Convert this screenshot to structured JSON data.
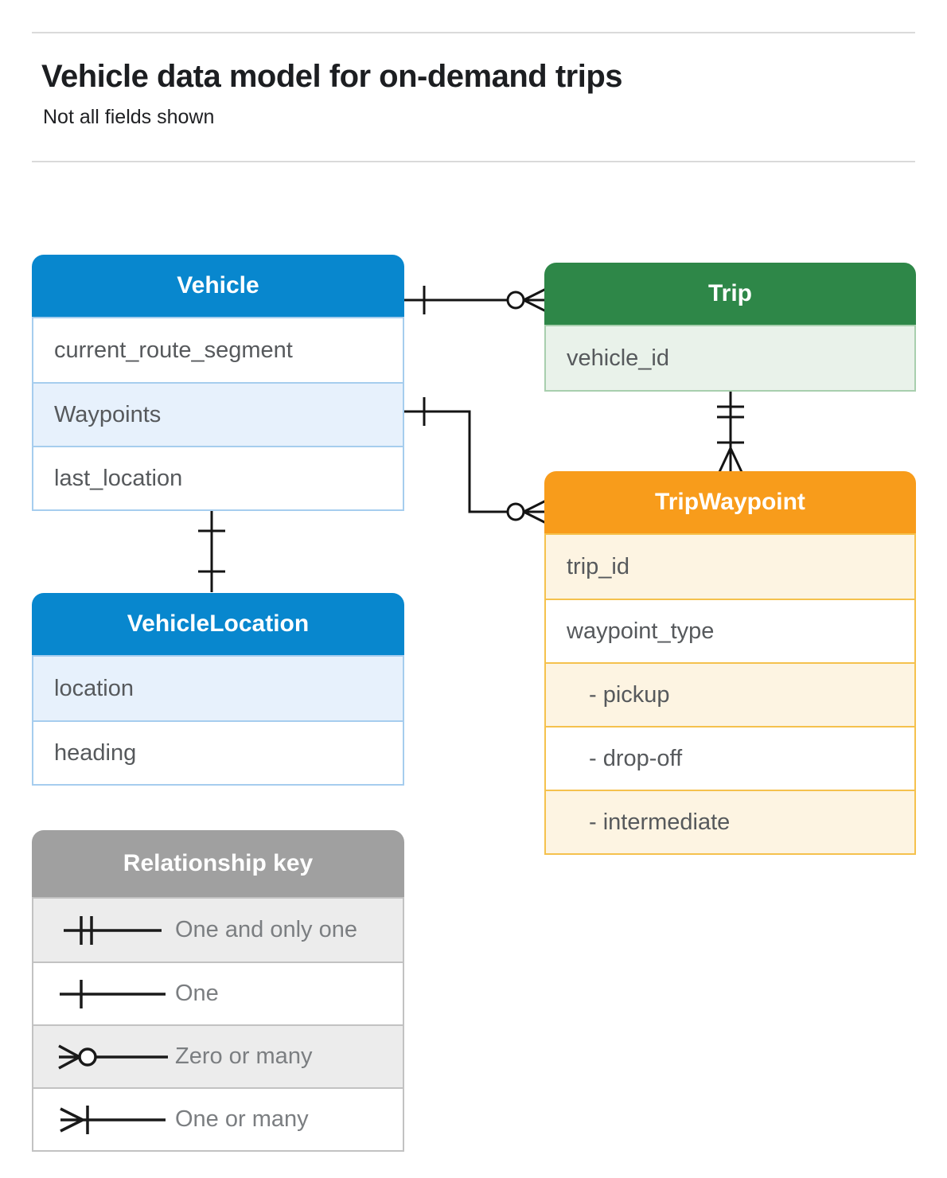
{
  "page": {
    "title": "Vehicle data model for on-demand trips",
    "subtitle": "Not all fields shown"
  },
  "entities": {
    "vehicle": {
      "title": "Vehicle",
      "fields": [
        {
          "label": "current_route_segment"
        },
        {
          "label": "Waypoints"
        },
        {
          "label": "last_location"
        }
      ]
    },
    "trip": {
      "title": "Trip",
      "fields": [
        {
          "label": "vehicle_id"
        }
      ]
    },
    "trip_waypoint": {
      "title": "TripWaypoint",
      "fields": [
        {
          "label": "trip_id"
        },
        {
          "label": "waypoint_type"
        },
        {
          "label": "- pickup"
        },
        {
          "label": "- drop-off"
        },
        {
          "label": "- intermediate"
        }
      ]
    },
    "vehicle_location": {
      "title": "VehicleLocation",
      "fields": [
        {
          "label": "location"
        },
        {
          "label": "heading"
        }
      ]
    }
  },
  "relationships": [
    {
      "from": "Vehicle",
      "to": "Trip",
      "from_cardinality": "one",
      "to_cardinality": "zero-or-many"
    },
    {
      "from": "Vehicle.Waypoints",
      "to": "TripWaypoint",
      "from_cardinality": "one",
      "to_cardinality": "zero-or-many"
    },
    {
      "from": "Trip",
      "to": "TripWaypoint",
      "from_cardinality": "one-and-only-one",
      "to_cardinality": "one-or-many"
    },
    {
      "from": "Vehicle",
      "to": "VehicleLocation",
      "from_cardinality": "one",
      "to_cardinality": "one"
    }
  ],
  "relationship_key": {
    "title": "Relationship key",
    "items": [
      {
        "symbol": "one-and-only-one",
        "label": "One and only one"
      },
      {
        "symbol": "one",
        "label": "One"
      },
      {
        "symbol": "zero-or-many",
        "label": "Zero or many"
      },
      {
        "symbol": "one-or-many",
        "label": "One or many"
      }
    ]
  },
  "colors": {
    "blue_header": "#0887ce",
    "blue_row": "#e7f1fc",
    "blue_border": "#a6cdee",
    "green_header": "#2e8748",
    "green_row": "#e9f2ea",
    "green_border": "#a8cfae",
    "orange_header": "#f89c1b",
    "orange_row": "#fdf4e2",
    "orange_border": "#f5c14d",
    "gray_header": "#a0a0a0",
    "gray_row": "#ececec",
    "gray_border": "#c2c2c2",
    "connector": "#141414",
    "field_text": "#56595c",
    "key_text": "#7b7e81"
  }
}
